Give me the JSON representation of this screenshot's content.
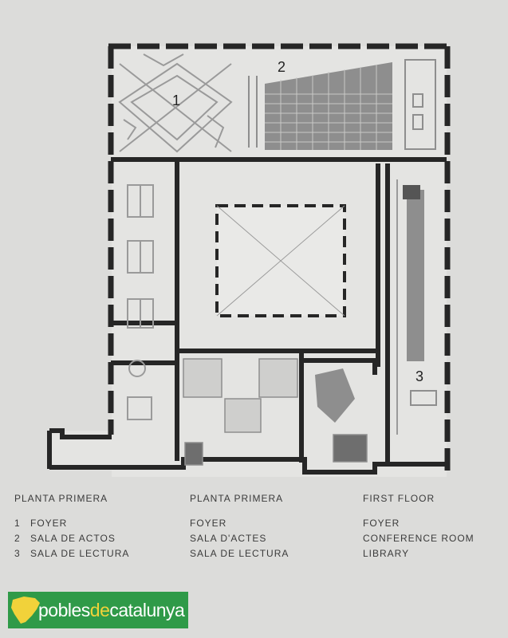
{
  "room_numbers": [
    "1",
    "2",
    "3"
  ],
  "legend": {
    "columns": [
      {
        "header": "PLANTA PRIMERA",
        "items": [
          "FOYER",
          "SALA DE ACTOS",
          "SALA DE LECTURA"
        ]
      },
      {
        "header": "PLANTA PRIMERA",
        "items": [
          "FOYER",
          "SALA D'ACTES",
          "SALA DE LECTURA"
        ]
      },
      {
        "header": "FIRST FLOOR",
        "items": [
          "FOYER",
          "CONFERENCE ROOM",
          "LIBRARY"
        ]
      }
    ]
  },
  "logo": {
    "part1": "pobles",
    "part2": "de",
    "part3": "catalunya"
  },
  "colors": {
    "background": "#dcdcda",
    "wall": "#262626",
    "furniture": "#8e8e8e",
    "logo_green": "#2f9a48",
    "logo_yellow": "#f1d23a"
  },
  "icons": [
    "catalonia-map-icon"
  ]
}
